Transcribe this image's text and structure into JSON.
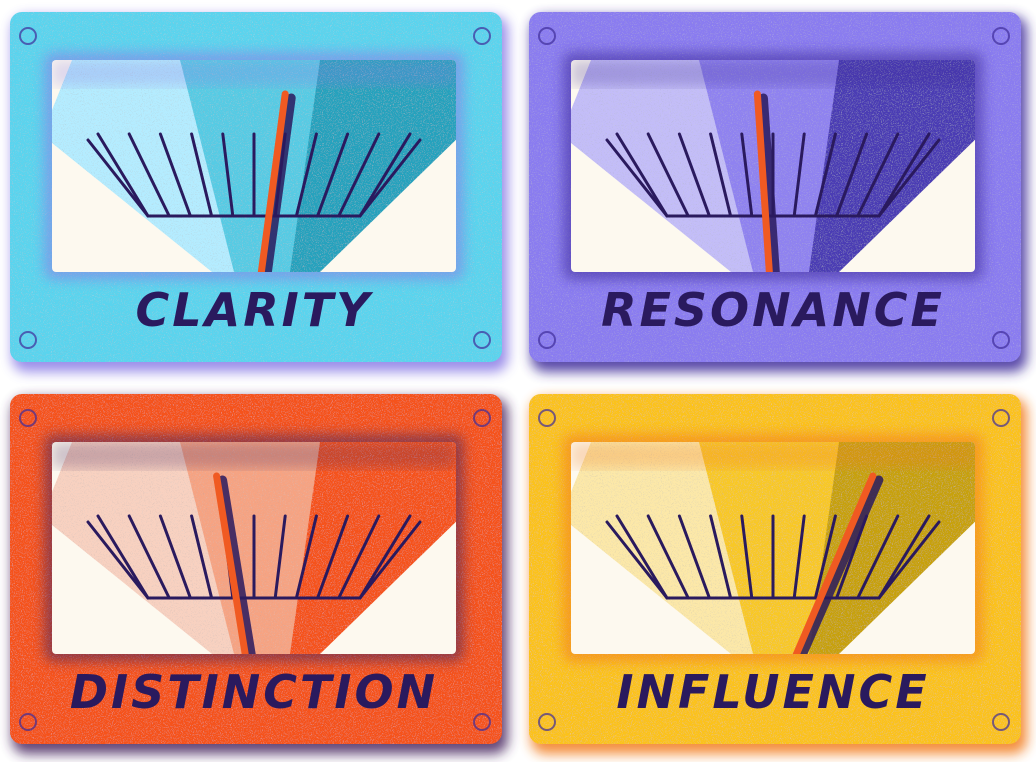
{
  "meters": [
    {
      "label": "CLARITY",
      "plate_color": "#5ad4ee",
      "plate_edge": "#8a7be6",
      "window_bg": "#fdf9ef",
      "band_colors": [
        "#b4ecff",
        "#57cbe4",
        "#27a2bd"
      ],
      "needle_color": "#f05a22",
      "needle_level": 0.6
    },
    {
      "label": "RESONANCE",
      "plate_color": "#8a7cf0",
      "plate_edge": "#3e2c9a",
      "window_bg": "#fdf9ef",
      "band_colors": [
        "#c3bdf8",
        "#8f82f0",
        "#4b3cb4"
      ],
      "needle_color": "#f05a22",
      "needle_level": 0.45
    },
    {
      "label": "DISTINCTION",
      "plate_color": "#f5531c",
      "plate_edge": "#4a2760",
      "window_bg": "#fdf9ef",
      "band_colors": [
        "#f8d1c0",
        "#f6a382",
        "#f5531c"
      ],
      "needle_color": "#f05a22",
      "needle_level": 0.38
    },
    {
      "label": "INFLUENCE",
      "plate_color": "#fbc21f",
      "plate_edge": "#f27b1c",
      "window_bg": "#fdf9ef",
      "band_colors": [
        "#fce8a8",
        "#f8c827",
        "#c7a10f"
      ],
      "needle_color": "#f05a22",
      "needle_level": 0.82
    }
  ],
  "tick_color": "#2a1a5e",
  "ink_color": "#2a1a5e",
  "screw_color": "#3e2c9a"
}
